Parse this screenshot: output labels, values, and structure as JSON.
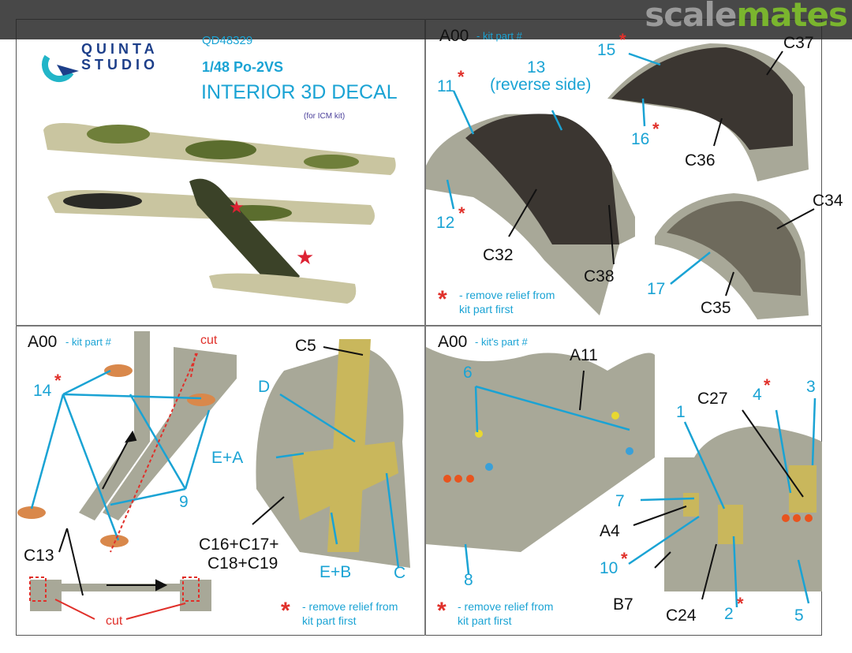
{
  "watermark": {
    "part1": "scale",
    "part2": "mates"
  },
  "header": {
    "brand_line1": "QUINTA",
    "brand_line2": "STUDIO",
    "code": "QD48329",
    "title": "1/48 Po-2VS",
    "subtitle": "INTERIOR 3D DECAL",
    "note": "(for ICM kit)"
  },
  "asterisk": "*",
  "panel_tr": {
    "kit_code": "A00",
    "kit_label": "- kit part #",
    "labels": {
      "l15": "15",
      "l13": "13",
      "reverse": "(reverse side)",
      "l11": "11",
      "l12": "12",
      "l16": "16",
      "c37": "C37",
      "c36": "C36",
      "c32": "C32",
      "c38": "C38",
      "c34": "C34",
      "l17": "17",
      "c35": "C35"
    },
    "note1": "- remove relief from",
    "note2": "kit part first"
  },
  "panel_bl": {
    "kit_code": "A00",
    "kit_label": "- kit part #",
    "labels": {
      "cut1": "cut",
      "l14": "14",
      "l9": "9",
      "c13": "C13",
      "cut2": "cut",
      "c5": "C5",
      "d": "D",
      "ea": "E+A",
      "c16": "C16+C17+",
      "c18": "C18+C19",
      "eb": "E+B",
      "c": "C"
    },
    "note1": "- remove relief from",
    "note2": "kit part first"
  },
  "panel_br": {
    "kit_code": "A00",
    "kit_label": "- kit's part #",
    "labels": {
      "a11": "A11",
      "l6": "6",
      "c27": "C27",
      "l4": "4",
      "l3": "3",
      "l1": "1",
      "l7": "7",
      "a4": "A4",
      "l10": "10",
      "l8": "8",
      "b7": "B7",
      "c24": "C24",
      "l2": "2",
      "l5": "5"
    },
    "note1": "- remove relief from",
    "note2": "kit part first"
  },
  "colors": {
    "label_blue": "#1aa3d4",
    "asterisk_red": "#e0302a",
    "part_grey": "#a8a898",
    "panel_dark": "#3b3631",
    "decal_gold": "#c9b75c"
  }
}
